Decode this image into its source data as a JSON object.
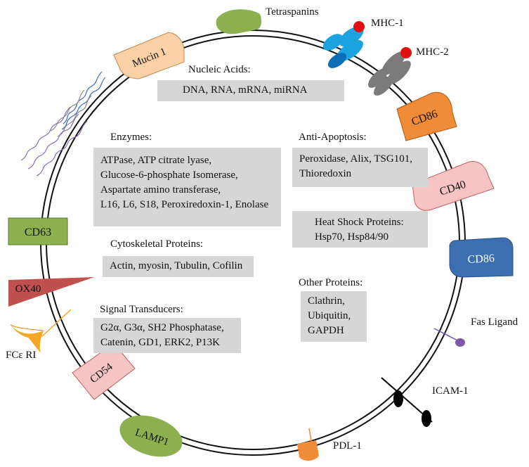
{
  "membrane_markers": {
    "tetraspanins": "Tetraspanins",
    "mhc1": "MHC-1",
    "mhc2": "MHC-2",
    "cd86_top": "CD86",
    "cd40": "CD40",
    "cd86_right": "CD86",
    "fas_ligand": "Fas Ligand",
    "icam1": "ICAM-1",
    "pdl1": "PDL-1",
    "lamp1": "LAMP1",
    "cd54": "CD54",
    "fce_ri": "FCε RI",
    "ox40": "OX40",
    "cd63": "CD63",
    "mucin1": "Mucin 1"
  },
  "cargo_groups": {
    "nucleic_acids": {
      "title": "Nucleic Acids:",
      "lines": [
        "DNA, RNA, mRNA, miRNA"
      ]
    },
    "enzymes": {
      "title": "Enzymes:",
      "lines": [
        "ATPase, ATP citrate lyase,",
        "Glucose-6-phosphate Isomerase,",
        "Aspartate amino transferase,",
        "L16, L6, S18, Peroxiredoxin-1, Enolase"
      ]
    },
    "anti_apoptosis": {
      "title": "Anti-Apoptosis:",
      "lines": [
        "Peroxidase, Alix, TSG101,",
        "Thioredoxin"
      ]
    },
    "heat_shock": {
      "title": "Heat Shock Proteins:",
      "lines": [
        "Hsp70, Hsp84/90"
      ]
    },
    "cytoskeletal": {
      "title": "Cytoskeletal Proteins:",
      "lines": [
        "Actin, myosin, Tubulin, Cofilin"
      ]
    },
    "other_proteins": {
      "title": "Other Proteins:",
      "lines": [
        "Clathrin,",
        "Ubiquitin,",
        "GAPDH"
      ]
    },
    "signal_transducers": {
      "title": "Signal Transducers:",
      "lines": [
        "G2α, G3α, SH2 Phosphatase,",
        "Catenin, GD1, ERK2, P13K"
      ]
    }
  },
  "colors": {
    "membrane": "#111111",
    "cargo_box": "#d6d6d6",
    "tetraspanins_fill": "#8db04e",
    "mhc1_fill": "#1aa3e0",
    "mhc1_dark": "#0a6fb5",
    "mhc_cap": "#e01010",
    "mhc2_fill": "#7b7b7b",
    "cd86_top_fill": "#f08c38",
    "cd40_fill": "#f7c4c4",
    "cd86_right_fill": "#3c6fb2",
    "fas_ligand_fill": "#7b59a6",
    "icam1_fill": "#000000",
    "pdl1_fill": "#f08c38",
    "lamp1_fill": "#8db04e",
    "cd54_fill": "#f7c4c4",
    "fce_fill": "#f5a623",
    "ox40_fill": "#c0504d",
    "cd63_fill": "#8db04e",
    "mucin1_fill": "#fbd1a6",
    "glycan_blue": "#3a6cb5",
    "glycan_gray": "#8a8a8a",
    "glycan_purple": "#8a6ab0"
  }
}
